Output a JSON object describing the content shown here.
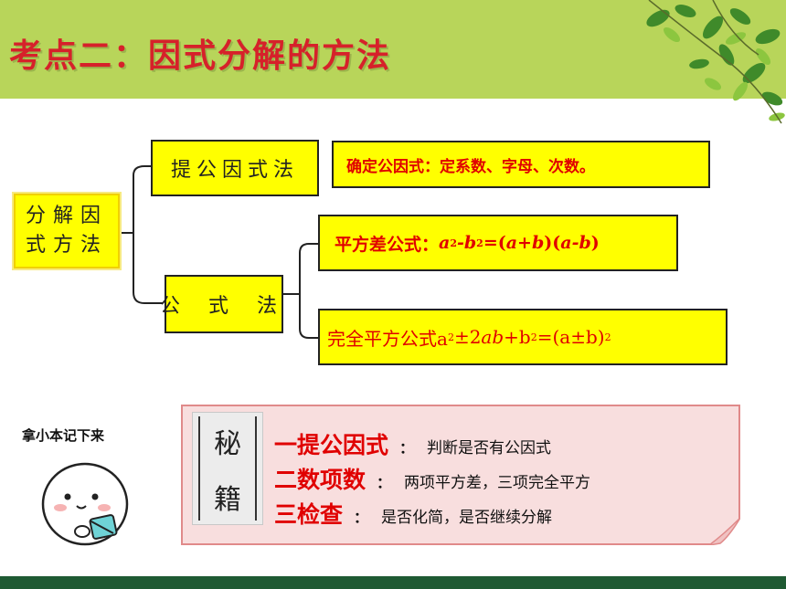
{
  "slide": {
    "title": "考点二：因式分解的方法",
    "colors": {
      "header_band": "#b8d55a",
      "title_red": "#d6212a",
      "box_yellow": "#ffff00",
      "note_pink": "#f8dede",
      "footer": "#1f5a33"
    }
  },
  "tree": {
    "root": {
      "line1": "分解因",
      "line2": "式方法"
    },
    "branch1": {
      "label": "提公因式法",
      "detail": "确定公因式：定系数、字母、次数。"
    },
    "branch2": {
      "label": "公 式 法",
      "formula1": {
        "lead": "平方差公式：",
        "a": "a",
        "sq1": "2",
        "minus_b": "-b",
        "sq2": "2",
        "rest1": "=(",
        "a2": "a",
        "plus_b": "+b",
        "rest2": ")(",
        "a3": "a",
        "minus_b2": "-b",
        "rest3": ")"
      },
      "formula2": {
        "lead": "完全平方公式a",
        "sq1": "2",
        "pm": "±2",
        "ab": "ab",
        "plus_b": "+b",
        "sq2": "2",
        "rest": "=(a±b)",
        "sq3": "2"
      }
    }
  },
  "sticker": {
    "caption": "拿小本记下来"
  },
  "note": {
    "secret_chars": [
      "秘",
      "籍"
    ],
    "tips": [
      {
        "head": "一提公因式",
        "colon": "：",
        "desc": "判断是否有公因式"
      },
      {
        "head": "二数项数",
        "colon": "：",
        "desc": "两项平方差，三项完全平方"
      },
      {
        "head": "三检查",
        "colon": "：",
        "desc": "是否化简，是否继续分解"
      }
    ]
  }
}
